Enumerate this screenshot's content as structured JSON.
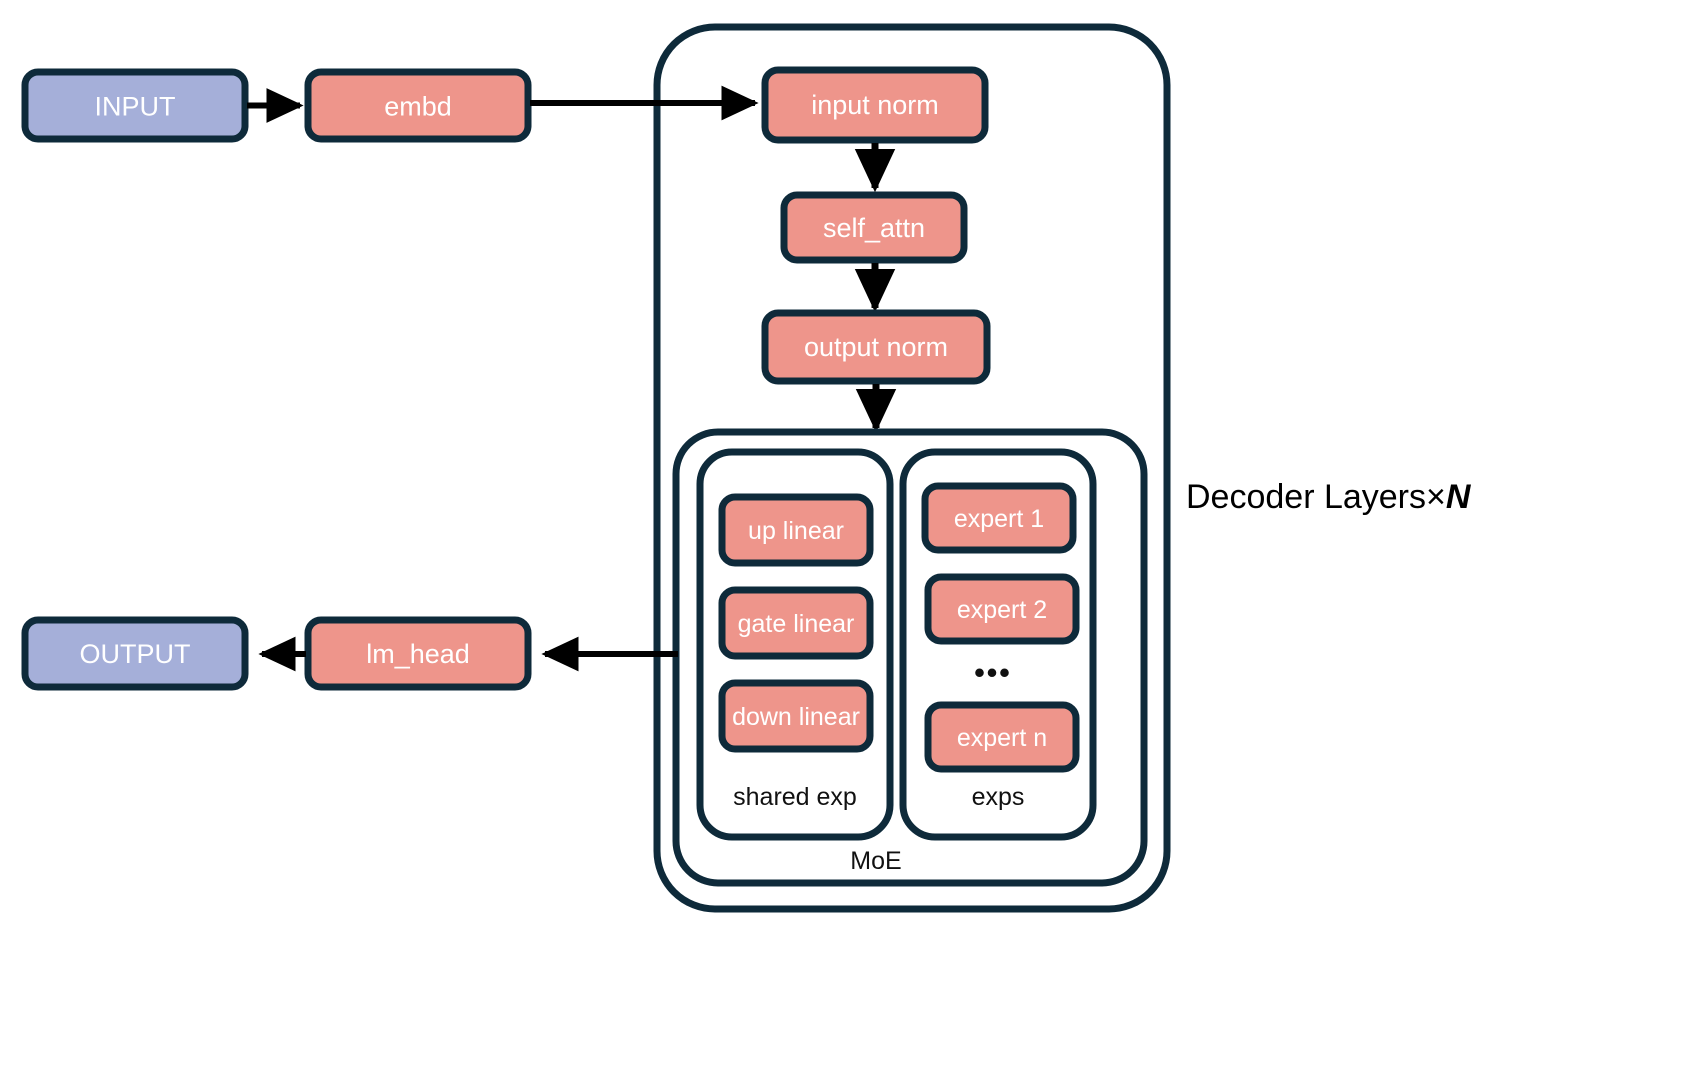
{
  "diagram": {
    "title_text": "Decoder Layers×N",
    "side_label": {
      "text": "Decoder Layers×",
      "emphasis": "N"
    },
    "colors": {
      "io_fill": "#A5AFD9",
      "block_fill": "#EE958B",
      "stroke": "#0E2A3A",
      "text_on_block": "#FFFFFF",
      "label_text": "#111111",
      "background": "#FFFFFF"
    },
    "nodes": {
      "input": "INPUT",
      "embd": "embd",
      "input_norm": "input norm",
      "self_attn": "self_attn",
      "output_norm": "output norm",
      "lm_head": "lm_head",
      "output": "OUTPUT"
    },
    "groups": {
      "decoder": "",
      "moe": "MoE",
      "shared_exp": "shared exp",
      "exps": "exps"
    },
    "shared_expert_blocks": [
      "up linear",
      "gate linear",
      "down linear"
    ],
    "expert_blocks": [
      "expert 1",
      "expert 2",
      "expert n"
    ],
    "expert_ellipsis": "•••"
  }
}
